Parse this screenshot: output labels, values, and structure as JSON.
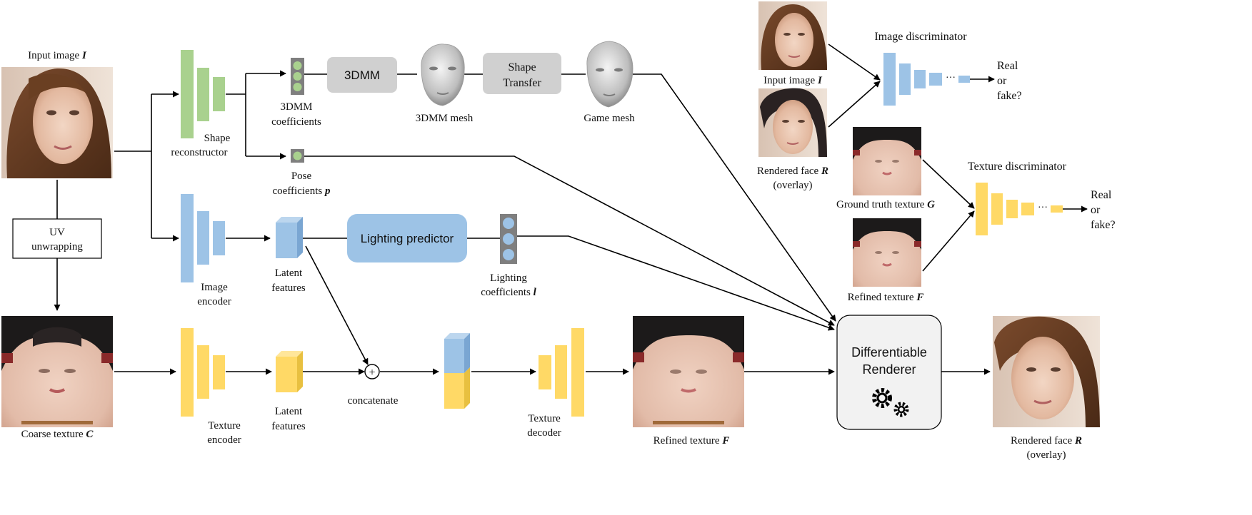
{
  "labels": {
    "input_image_title": "Input image",
    "input_image_sym": "I",
    "uv_unwrapping_l1": "UV",
    "uv_unwrapping_l2": "unwrapping",
    "coarse_texture": "Coarse texture",
    "coarse_texture_sym": "C",
    "shape_reconstructor_l1": "Shape",
    "shape_reconstructor_l2": "reconstructor",
    "image_encoder_l1": "Image",
    "image_encoder_l2": "encoder",
    "texture_encoder_l1": "Texture",
    "texture_encoder_l2": "encoder",
    "coeffs_3dmm_l1": "3DMM",
    "coeffs_3dmm_l2": "coefficients",
    "pose_l1": "Pose",
    "pose_l2": "coefficients",
    "pose_sym": "p",
    "box_3dmm": "3DMM",
    "mesh_3dmm": "3DMM mesh",
    "shape_transfer_l1": "Shape",
    "shape_transfer_l2": "Transfer",
    "game_mesh": "Game mesh",
    "latent_features_l1": "Latent",
    "latent_features_l2": "features",
    "lighting_predictor": "Lighting predictor",
    "lighting_coeffs_l1": "Lighting",
    "lighting_coeffs_l2": "coefficients",
    "lighting_sym": "l",
    "concatenate": "concatenate",
    "plus_symbol": "+",
    "texture_decoder_l1": "Texture",
    "texture_decoder_l2": "decoder",
    "refined_texture": "Refined  texture",
    "refined_texture_sym": "F",
    "renderer_l1": "Differentiable",
    "renderer_l2": "Renderer",
    "rendered_face": "Rendered face",
    "rendered_face_sym": "R",
    "overlay": "(overlay)",
    "image_discriminator": "Image discriminator",
    "texture_discriminator": "Texture discriminator",
    "disc_input_image": "Input image",
    "disc_rendered_face": "Rendered face",
    "ground_truth_texture": "Ground truth  texture",
    "ground_truth_sym": "G",
    "disc_refined_texture": "Refined  texture",
    "ellipsis": "···",
    "real": "Real",
    "or": "or",
    "fake": "fake?"
  },
  "colors": {
    "green": "#a9d18e",
    "blue": "#9dc3e6",
    "yellow": "#ffd966",
    "yellow_dark": "#e8c040",
    "blue_dark": "#7aa6d2",
    "box_gray": "#d0d0d0",
    "lighting_box": "#9dc3e6",
    "coeff_bg": "#7f7f7f",
    "renderer_bg": "#f2f2f2"
  }
}
